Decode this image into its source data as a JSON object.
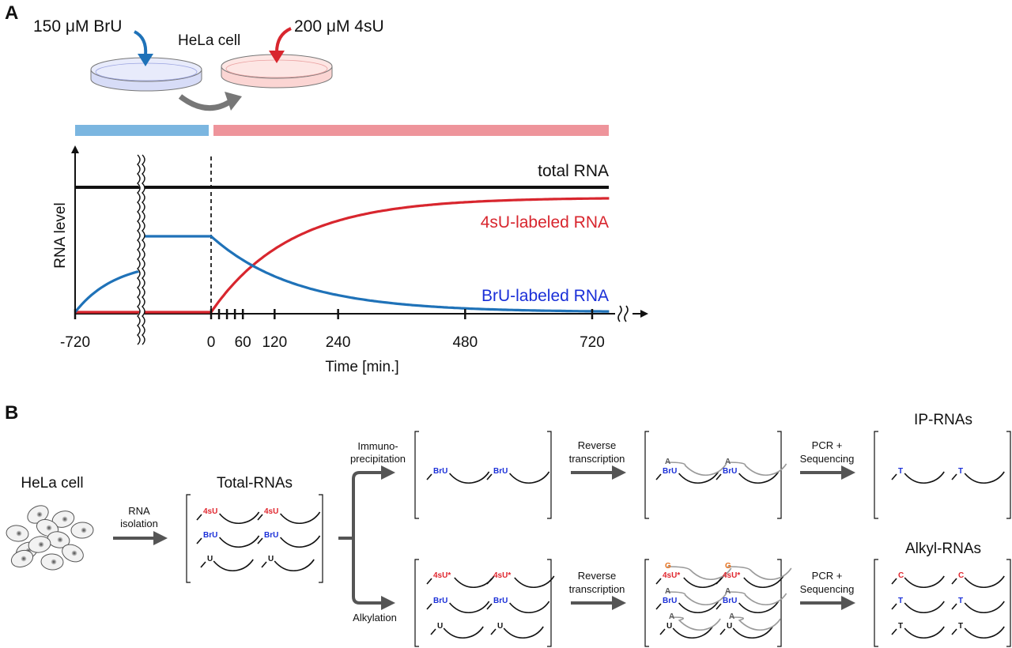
{
  "panel_a": {
    "label": "A",
    "bru_label": "150 μM BrU",
    "su_label": "200 μM 4sU",
    "cell_label": "HeLa cell",
    "curve_labels": {
      "total": "total RNA",
      "su": "4sU-labeled RNA",
      "bru": "BrU-labeled RNA"
    },
    "colors": {
      "bru": "#1f72b8",
      "su": "#d8262e",
      "bru_bar": "#7bb6e0",
      "su_bar": "#ee949b",
      "bru_text": "#1a2fd8",
      "su_text": "#d8262e"
    }
  },
  "chart_data": {
    "type": "line",
    "xlabel": "Time [min.]",
    "ylabel": "RNA level",
    "x_tick_labels": [
      "-720",
      "0",
      "60",
      "120",
      "240",
      "480",
      "720"
    ],
    "x_minor_ticks": [
      15,
      30,
      45
    ],
    "x_axis_break": true,
    "series": [
      {
        "name": "total RNA",
        "description_level": "constant high"
      },
      {
        "name": "4sU-labeled RNA",
        "description_level": "zero before 0, rises toward plateau after 0"
      },
      {
        "name": "BrU-labeled RNA",
        "description_level": "rises before 0, decays toward zero after 0"
      }
    ]
  },
  "panel_b": {
    "label": "B",
    "hela_label": "HeLa cell",
    "rna_isolation": [
      "RNA",
      "isolation"
    ],
    "total_rnas": "Total-RNAs",
    "immuno": [
      "Immuno-",
      "precipitation"
    ],
    "alkylation": "Alkylation",
    "reverse_transcription": [
      "Reverse",
      "transcription"
    ],
    "pcr": [
      "PCR +",
      "Sequencing"
    ],
    "ip_rnas": "IP-RNAs",
    "alkyl_rnas": "Alkyl-RNAs",
    "nucleotides": {
      "su": "4sU",
      "bru": "BrU",
      "u": "U",
      "su_alk": "4sU*",
      "a": "A",
      "g": "G",
      "t": "T",
      "c": "C"
    },
    "colors": {
      "su": "#e0262e",
      "bru": "#1a2fd8",
      "g": "#e8731f",
      "c": "#e0262e",
      "t_blue": "#1a2fd8"
    }
  }
}
